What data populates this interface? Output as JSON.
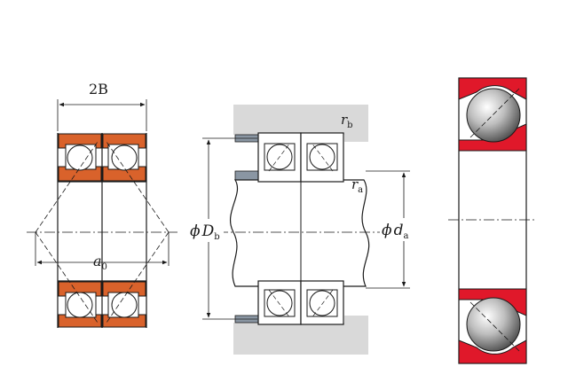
{
  "labels": {
    "width": "2B",
    "pressure_center": "a",
    "pressure_center_sub": "0",
    "housing_radius": "r",
    "housing_radius_sub": "b",
    "shaft_radius": "r",
    "shaft_radius_sub": "a",
    "housing_shoulder_dia_phi": "ϕ",
    "housing_shoulder_dia": "D",
    "housing_shoulder_dia_sub": "b",
    "shaft_shoulder_dia_phi": "ϕ",
    "shaft_shoulder_dia": "d",
    "shaft_shoulder_dia_sub": "a"
  },
  "colors": {
    "ring_orange": "#d9622b",
    "ring_red": "#e0182a",
    "housing_gray": "#d9d9d9",
    "spacer_gray": "#8a96a3",
    "line": "#1a1a1a"
  }
}
